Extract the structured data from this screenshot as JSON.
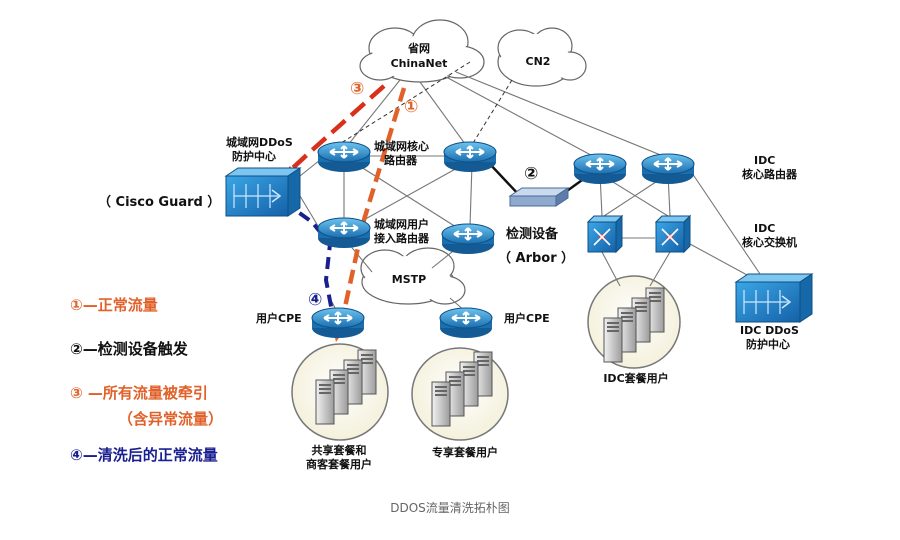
{
  "labels": {
    "provincial_net": "省网",
    "chinanet": "ChinaNet",
    "cn2": "CN2",
    "mstp": "MSTP",
    "metro_ddos_line1": "城域网DDoS",
    "metro_ddos_line2": "防护中心",
    "cisco_guard": "（ Cisco Guard ）",
    "metro_core_line1": "城域网核心",
    "metro_core_line2": "路由器",
    "metro_access_line1": "城域网用户",
    "metro_access_line2": "接入路由器",
    "detector": "检测设备",
    "arbor": "（ Arbor ）",
    "idc_core_router_line1": "IDC",
    "idc_core_router_line2": "核心路由器",
    "idc_core_switch_line1": "IDC",
    "idc_core_switch_line2": "核心交换机",
    "idc_ddos_line1": "IDC DDoS",
    "idc_ddos_line2": "防护中心",
    "cpe_left": "用户CPE",
    "cpe_right": "用户CPE",
    "shared_users_line1": "共享套餐和",
    "shared_users_line2": "商客套餐用户",
    "dedicated_users": "专享套餐用户",
    "idc_users": "IDC套餐用户"
  },
  "markers": {
    "m1": "①",
    "m2": "②",
    "m3": "③",
    "m4": "④"
  },
  "legend": {
    "item1": "①—正常流量",
    "item2": "②—检测设备触发",
    "item3": "③ —所有流量被牵引",
    "item3_sub": "（含异常流量）",
    "item4": "④—清洗后的正常流量"
  },
  "colors": {
    "normal_flow": "#e0622a",
    "detector_trigger": "#111111",
    "diverted_flow": "#d9301c",
    "cleaned_flow": "#1a1f8f",
    "device_blue": "#1a7fc4"
  },
  "caption": "DDOS流量清洗拓朴图"
}
